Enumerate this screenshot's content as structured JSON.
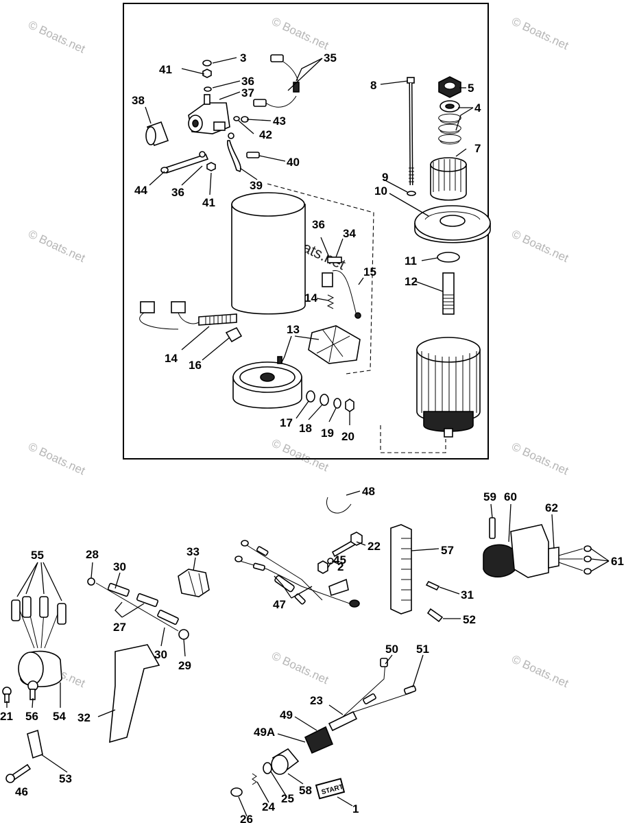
{
  "watermark": "© Boats.net",
  "start_button_text": "START",
  "callouts": {
    "c1": "1",
    "c2": "2",
    "c3": "3",
    "c4": "4",
    "c5": "5",
    "c7": "7",
    "c8": "8",
    "c9": "9",
    "c10": "10",
    "c11": "11",
    "c12": "12",
    "c13": "13",
    "c14a": "14",
    "c14b": "14",
    "c15": "15",
    "c16": "16",
    "c17": "17",
    "c18": "18",
    "c19": "19",
    "c20": "20",
    "c21": "21",
    "c22": "22",
    "c23": "23",
    "c24": "24",
    "c25": "25",
    "c26": "26",
    "c27": "27",
    "c28": "28",
    "c29": "29",
    "c30a": "30",
    "c30b": "30",
    "c31": "31",
    "c32": "32",
    "c33": "33",
    "c34": "34",
    "c35": "35",
    "c36a": "36",
    "c36b": "36",
    "c36c": "36",
    "c37": "37",
    "c38": "38",
    "c39": "39",
    "c40": "40",
    "c41a": "41",
    "c41b": "41",
    "c42": "42",
    "c43": "43",
    "c44": "44",
    "c45": "45",
    "c46": "46",
    "c47": "47",
    "c48": "48",
    "c49": "49",
    "c49a": "49A",
    "c50": "50",
    "c51": "51",
    "c52": "52",
    "c53": "53",
    "c54": "54",
    "c55": "55",
    "c56": "56",
    "c57": "57",
    "c58": "58",
    "c59": "59",
    "c60": "60",
    "c61": "61",
    "c62": "62"
  }
}
